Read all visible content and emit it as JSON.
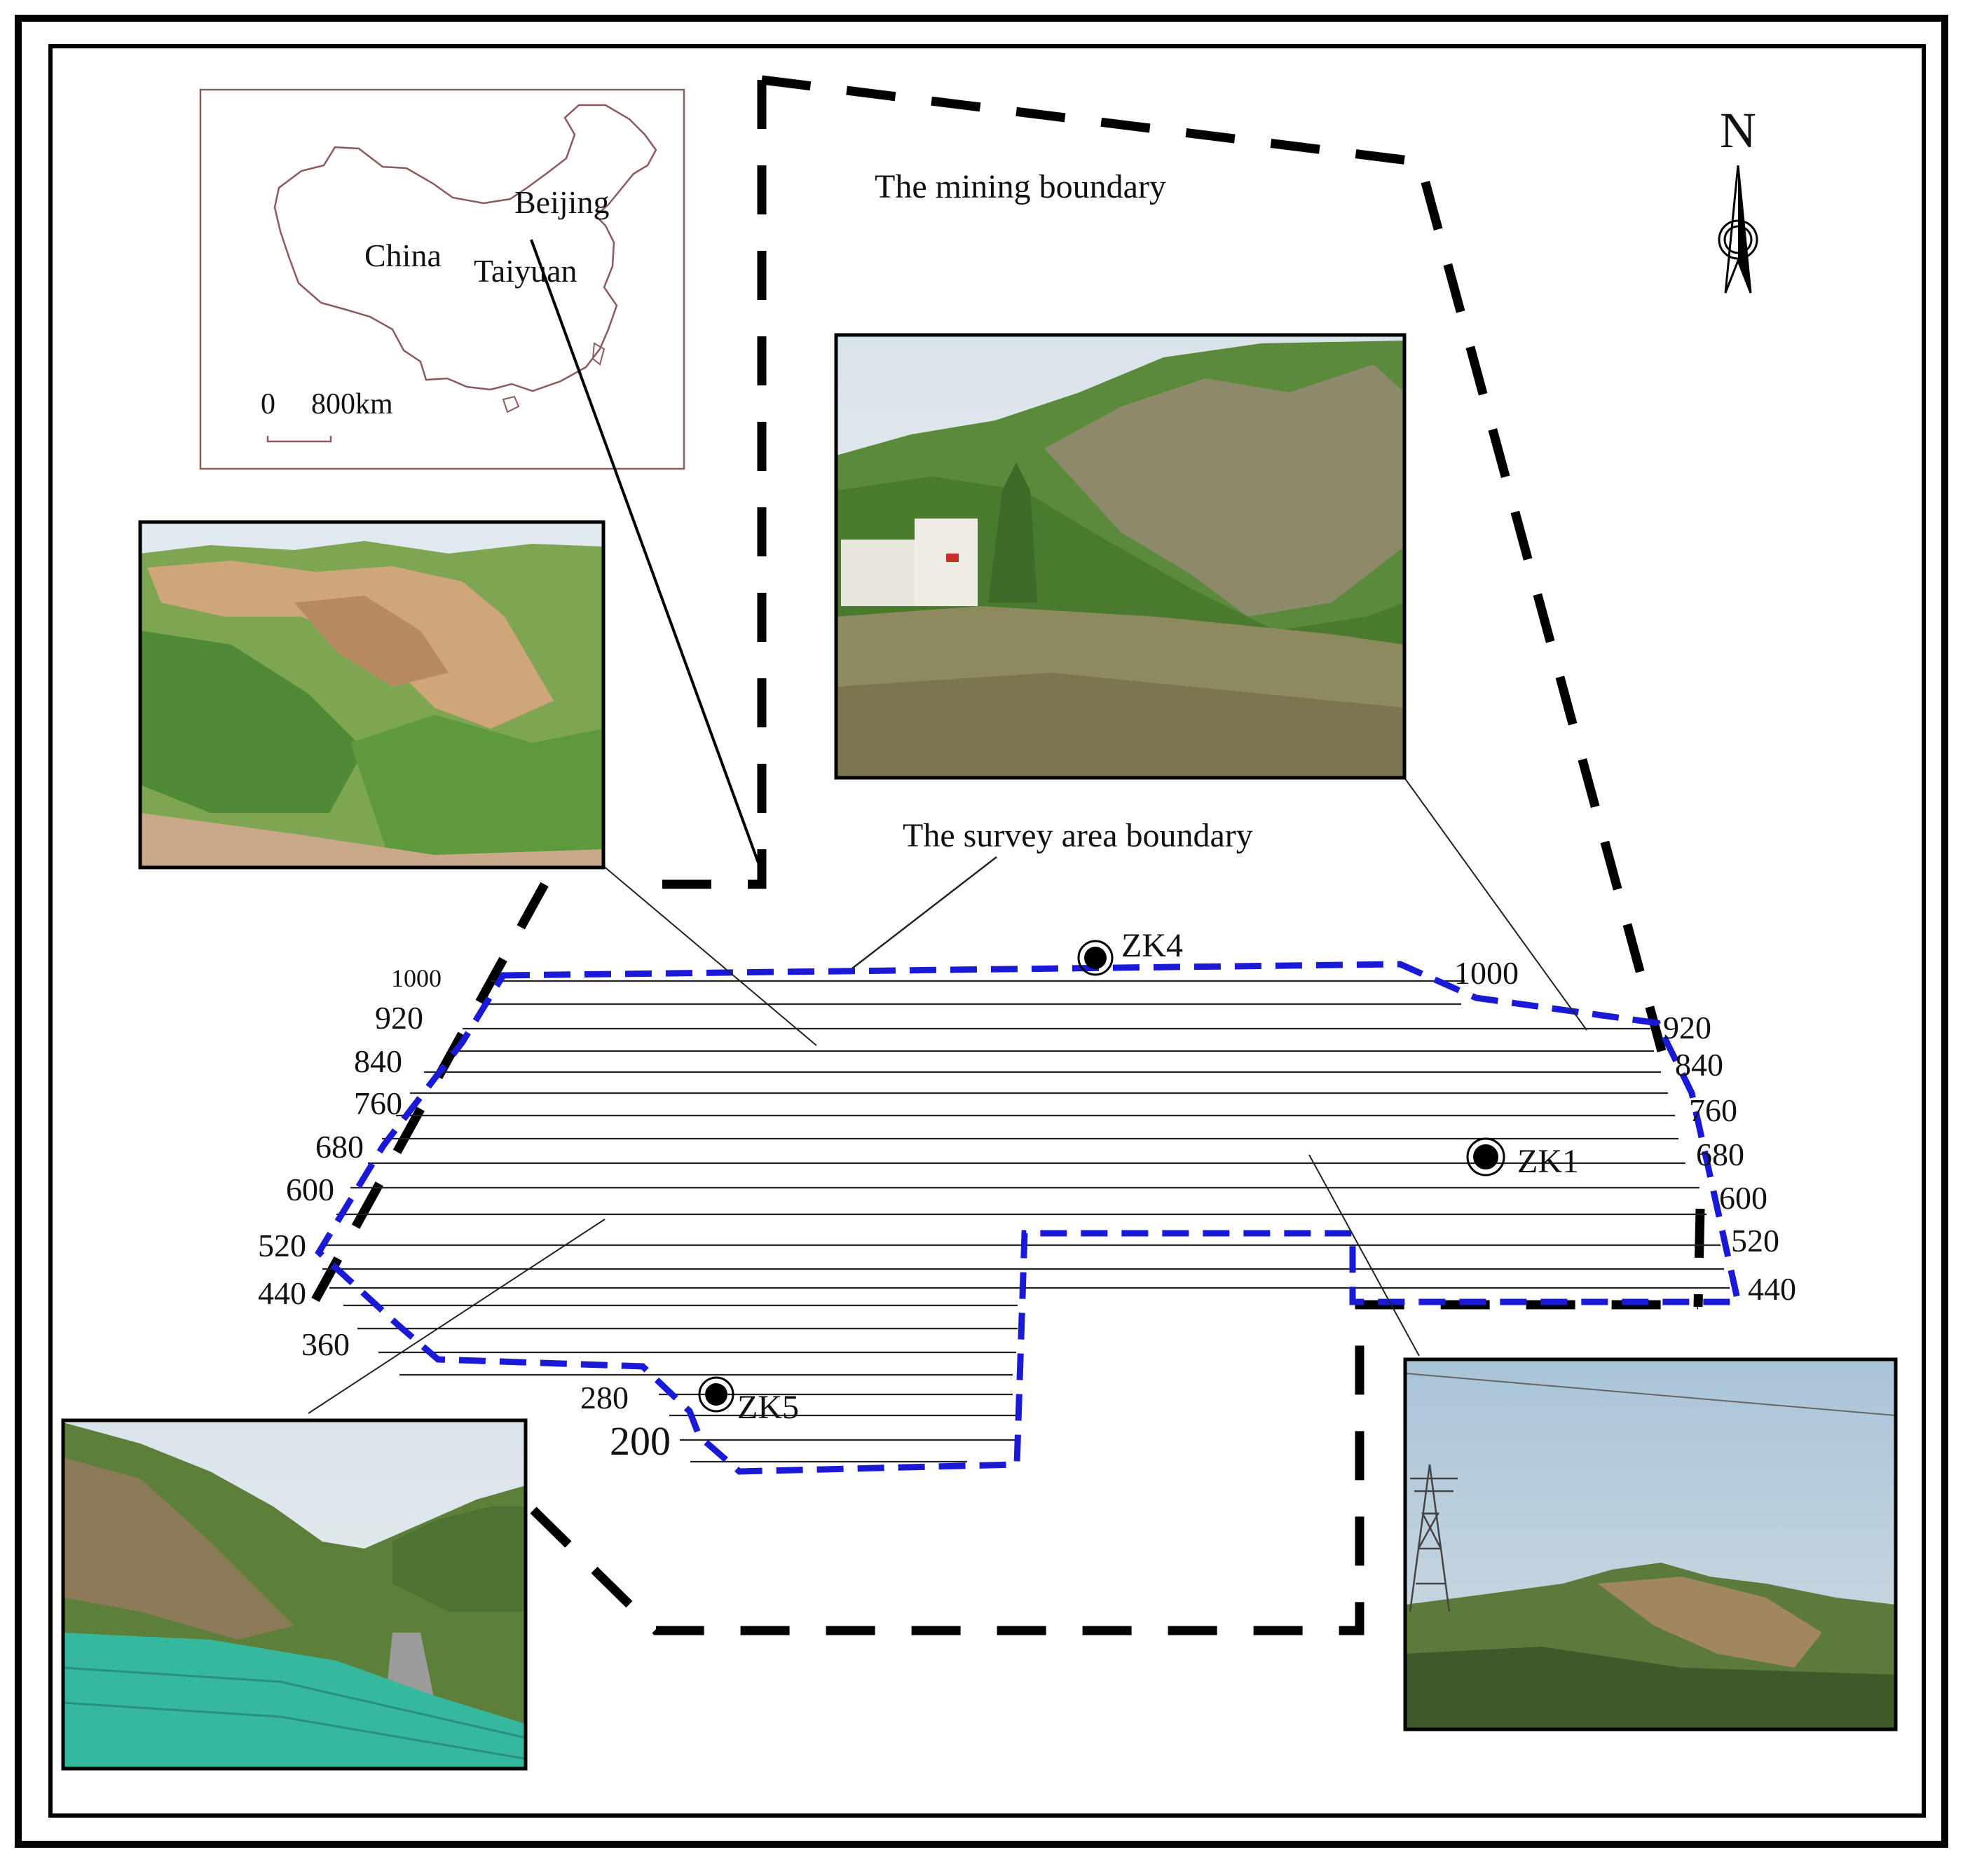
{
  "inset_map": {
    "country_label": "China",
    "city_labels": [
      "Beijing",
      "Taiyuan"
    ],
    "scale_zero": "0",
    "scale_value": "800km",
    "outline_color": "#8b5a5a"
  },
  "north_arrow": {
    "label": "N"
  },
  "mining_boundary": {
    "label": "The mining boundary",
    "color": "#000000",
    "style": "dashed"
  },
  "survey_boundary": {
    "label": "The survey area boundary",
    "color": "#1a1ad6",
    "style": "dashed"
  },
  "boreholes": [
    {
      "id": "ZK4"
    },
    {
      "id": "ZK1"
    },
    {
      "id": "ZK5"
    }
  ],
  "survey_lines": {
    "left_labels": [
      "1000",
      "920",
      "840",
      "760",
      "680",
      "600",
      "520",
      "440",
      "360",
      "280",
      "200"
    ],
    "right_labels": [
      "1000",
      "920",
      "840",
      "760",
      "680",
      "600",
      "520",
      "440"
    ]
  },
  "photos": [
    {
      "name": "photo-loess-gully",
      "subject": "eroded loess cliff with green shrubs"
    },
    {
      "name": "photo-mining-facility",
      "subject": "white building below a vegetated hillside"
    },
    {
      "name": "photo-valley-road",
      "subject": "valley road with green dust nets on slope"
    },
    {
      "name": "photo-power-tower",
      "subject": "transmission tower and hills under clear sky"
    }
  ]
}
